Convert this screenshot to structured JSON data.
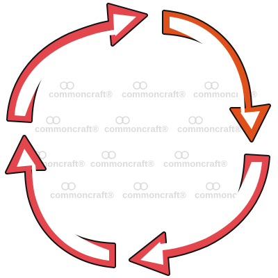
{
  "watermark": {
    "brand": "commoncraft",
    "reg_mark": "®",
    "color": "#d6d6d6"
  },
  "cycle": {
    "arrow_count": 4,
    "active_index": 1,
    "colors": {
      "outline": "#111111",
      "inactive_stroke": "#e4464e",
      "inactive_fill": "#ffffff",
      "active_stroke": "#e0501a",
      "active_fill": "#ffffff"
    }
  }
}
